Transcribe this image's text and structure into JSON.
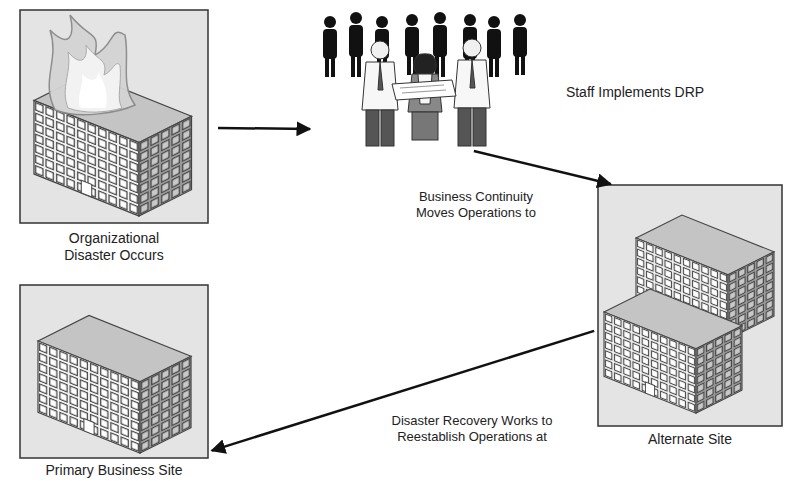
{
  "diagram": {
    "nodes": [
      {
        "text": [
          "Organizational Disaster Occurs"
        ]
      },
      {
        "text": [
          "Staff Implements DRP"
        ]
      },
      {
        "text": [
          "Alternate Site"
        ]
      },
      {
        "text": [
          "Primary Business Site"
        ]
      }
    ],
    "edges": [
      {
        "from": 0,
        "to": 1,
        "arrow": "to"
      },
      {
        "from": 1,
        "to": 2,
        "arrow": "to",
        "label": "Business Continuity Moves Operations to"
      },
      {
        "from": 2,
        "to": 3,
        "arrow": "to",
        "label": "Disaster Recovery Works to Reestablish Operations at"
      }
    ]
  }
}
